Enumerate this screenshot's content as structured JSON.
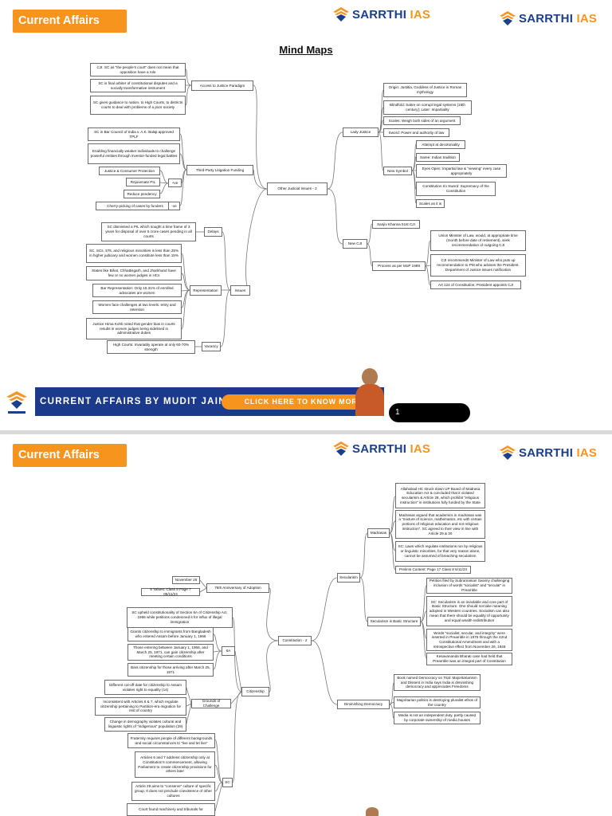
{
  "header": {
    "badge": "Current Affairs",
    "brand_a": "SARRTHI",
    "brand_b": "IAS"
  },
  "page1": {
    "title": "Mind Maps",
    "center": "Other Judicial Issues - 2",
    "left": {
      "access": {
        "label": "Access to Justice Paradigm",
        "items": [
          "CJI: SC as “the people’s court” does not mean that opposition have a role",
          "SC is final arbiter of constitutional disputes and a socially transformative instrument",
          "SC gives guidance to nation, to High Courts, to districts courts to deal with problems of a poor society"
        ]
      },
      "tplf": {
        "label": "Third-Party Litigation Funding",
        "items": [
          "SC in Bar Council of India v. A.K. Balaji approved TPLF",
          "Enabling financially weaker individuals to challenge powerful entities through investor-funded legal battles",
          "Justice & Consumer Protection",
          "Rejuvenate PIL",
          "Reduce pendency",
          "Cherry-picking of cases by funders"
        ],
        "plus": "+ve",
        "minus": "-ve"
      },
      "issues": {
        "label": "Issues",
        "delays": "Delays",
        "delay_item": "SC dismissed a PIL which sought a time frame of 3 years for disposal of over 5 crore cases pending in all courts",
        "rep": "Representation",
        "rep_items": [
          "SC, SCs, STs, and religious minorities is less than 25% in higher judiciary and women constitute less than 15%",
          "States like Bihar, Chhattisgarh, and Jharkhand have few or no women judges in HCs",
          "Bar Representation: Only 15.31% of enrolled advocates are women",
          "Women face challenges at two levels: entry and retention",
          "Justice Hima Kohli noted that gender bias in courts results in women judges being sidelined in administrative duties"
        ],
        "vacancy": "Vacancy",
        "vac_item": "High Courts: Invariably operate at only 60-70% strength"
      }
    },
    "right": {
      "lady": {
        "label": "Lady Justice",
        "items": [
          "Origin: Justitia, Goddess of Justice in Roman mythology",
          "Blindfold: Satire on corrupt legal systems (16th century); Later: Impartiality",
          "Scales: Weigh both sides of an argument",
          "Sword: Power and authority of law"
        ]
      },
      "symbol": {
        "label": "New Symbol",
        "items": [
          "Attempt at decoloniality",
          "Saree: Indian tradition",
          "Eyes Open: Impartial law & “viewing” every case appropriately",
          "Constitution I/o Sword: Supremacy of the Constitution",
          "Scales as it is"
        ]
      },
      "cji": {
        "label": "New CJI",
        "item1": "Sanjiv Khanna 51st CJI",
        "mop": "Process as per MoP 1999",
        "mop_items": [
          "Union Minister of Law, would, at appropriate time (month before date of retirement), seek recommendation of outgoing CJI",
          "CJI recommends Minister of Law who puts up recommendation to PM who advises the President. Department of Justice issues notification",
          "Art 124 of Constitution: President appoints CJI"
        ]
      }
    },
    "banner_text": "CURRENT AFFAIRS BY MUDIT JAIN",
    "banner_cta": "CLICK HERE TO KNOW MORE",
    "page_number": "1"
  },
  "page2": {
    "center": "Constitution - 2",
    "anniv": {
      "label": "75th Anniversary of Adoption",
      "items": [
        "November 26",
        "5 Values: Class 8 Page 7 05/11/24"
      ]
    },
    "citizen": {
      "label": "Citizenship",
      "top": "SC upheld constitutionality of Section 6A of Citizenship Act, 1955 while petitions condemned it for influx of illegal immigration",
      "sa": "6A",
      "sa_items": [
        "Grants citizenship to immigrants from Bangladesh who entered Assam before January 1, 1966",
        "Those entering between January 1, 1966, and March 25, 1971, can gain citizenship after meeting certain conditions",
        "Bars citizenship for those arriving after March 25, 1971"
      ],
      "goc": "Grounds of Challenge",
      "goc_items": [
        "Different cut-off date for citizenship to Assam violates right to equality (14)",
        "Inconsistent with Articles 6 & 7, which regulate citizenship pertaining to Partition-era migration for rest of country",
        "Change in demography violates cultural and linguistic rights of “indigenous” population (29)"
      ],
      "sc": "SC",
      "sc_items": [
        "Fraternity requires people of different backgrounds and social circumstances to “live and let live”",
        "Articles 6 and 7 address citizenship only at Constitution’s commencement, allowing Parliament to create citizenship provisions for others later",
        "Article 29 aims to “conserve” culture of specific group. It does not preclude coexistence of other cultures",
        "Court found machinery and tribunals for"
      ]
    },
    "secular": {
      "label": "Secularism",
      "madrasa": "Madrasas",
      "madrasa_items": [
        "Allahabad HC struck down UP Board of Madrasa Education Act & concluded that it violated secularism & Article 28, which prohibit “religious instruction” in institutions fully funded by the State",
        "Madrasas argued that academics in madrasas was a “mixture of science, mathematics, etc with certain portions of religious education and not religious instruction”. SC agreed to their view in line with Article 29 & 30",
        "SC: Laws which regulate institutions run by religious or linguistic minorities, for that very reason alone, cannot be assumed of breaching secularism",
        "Prelims Content: Page 17 Class 8 5/11/24"
      ],
      "basic": "Secularism is Basic Structure",
      "basic_items": [
        "Petition filed by Subramanian Swamy challenging inclusion of words “socialist” and “secular” in Preamble",
        "SC: Secularism is an inviolable and core part of Basic Structure. One should not take meaning adopted in Western countries. Socialism can also mean that there should be equality of opportunity and equal wealth redistribution",
        "Words “socialist, secular, and integrity” were inserted in Preamble in 1976 through the 42nd Constitutional Amendment and with a retrospective effect from November 26, 1949",
        "Kesavananda Bharati case had held that Preamble was an integral part of Constitution"
      ]
    },
    "demo": {
      "label": "Diminishing Democracy",
      "items": [
        "Book named Democracy on Trial: Majoritarianism and Dissent in India says India is diminishing democracy and appreciates Freedoms",
        "Majoritarian politics is destroying pluralist ethos of the country",
        "Media is not an independent duty, partly caused by corporate ownership of media houses"
      ]
    }
  }
}
